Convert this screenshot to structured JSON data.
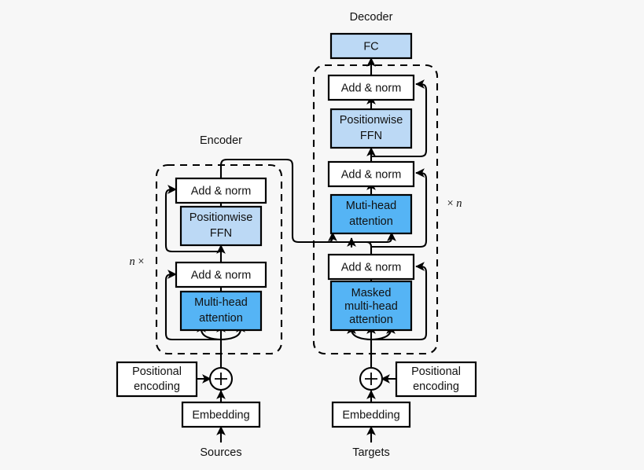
{
  "figure": {
    "background_color": "#f7f7f7",
    "title_encoder": "Encoder",
    "title_decoder": "Decoder"
  },
  "palette": {
    "white_block": "#ffffff",
    "light_blue_block": "#bcd9f5",
    "dark_blue_block": "#55b4f5",
    "stroke": "#000000"
  },
  "encoder": {
    "title": "Encoder",
    "repeat_label_prefix": "n",
    "repeat_label_suffix": "×",
    "blocks": {
      "add_norm_top": "Add & norm",
      "ffn": "Positionwise\nFFN",
      "ffn_line1": "Positionwise",
      "ffn_line2": "FFN",
      "add_norm_bottom": "Add & norm",
      "attention_line1": "Multi-head",
      "attention_line2": "attention"
    },
    "input": {
      "positional_encoding_line1": "Positional",
      "positional_encoding_line2": "encoding",
      "add_symbol": "+",
      "embedding": "Embedding",
      "source_label": "Sources"
    }
  },
  "decoder": {
    "title": "Decoder",
    "repeat_label_prefix": "×",
    "repeat_label_suffix": "n",
    "blocks": {
      "fc": "FC",
      "add_norm_top": "Add & norm",
      "ffn_line1": "Positionwise",
      "ffn_line2": "FFN",
      "add_norm_middle": "Add & norm",
      "cross_attention_line1": "Muti-head",
      "cross_attention_line2": "attention",
      "add_norm_bottom": "Add & norm",
      "masked_attention_line1": "Masked",
      "masked_attention_line2": "multi-head",
      "masked_attention_line3": "attention"
    },
    "input": {
      "positional_encoding_line1": "Positional",
      "positional_encoding_line2": "encoding",
      "add_symbol": "+",
      "embedding": "Embedding",
      "target_label": "Targets"
    }
  }
}
